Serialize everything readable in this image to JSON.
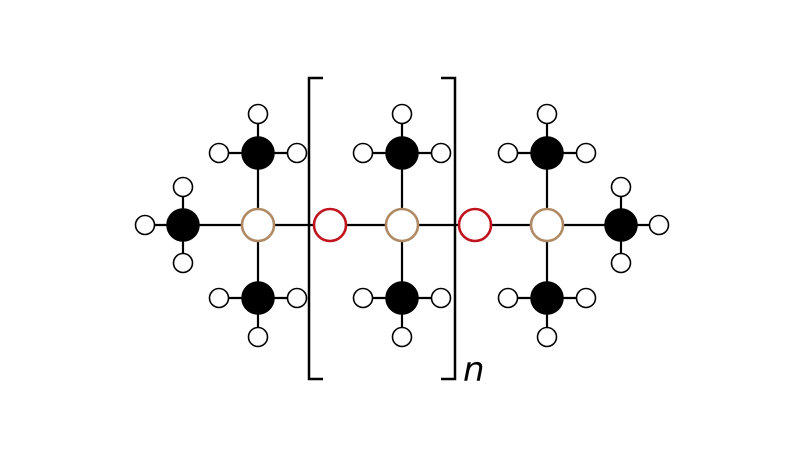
{
  "diagram": {
    "type": "ball-and-stick molecular structure",
    "repeat_unit_subscript": "n",
    "colors": {
      "background": "#ffffff",
      "bond": "#000000",
      "carbon_fill": "#000000",
      "hydrogen_fill": "#ffffff",
      "hydrogen_stroke": "#000000",
      "silicon_stroke": "#b08a64",
      "oxygen_stroke": "#c0141e",
      "bracket": "#000000"
    },
    "atom_counts": {
      "silicon": 3,
      "oxygen": 2,
      "carbon": 8,
      "hydrogen": 24
    }
  }
}
